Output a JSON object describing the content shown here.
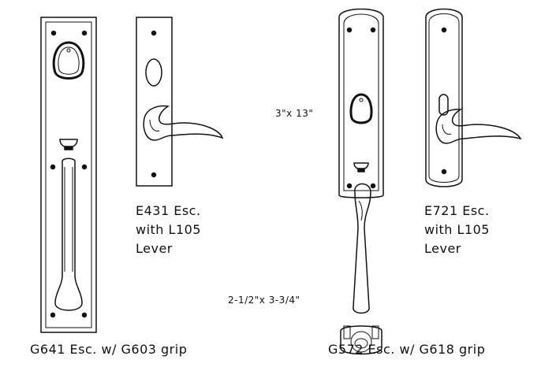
{
  "products": [
    {
      "id": "g641",
      "caption": "G641 Esc. w/ G603 grip"
    },
    {
      "id": "e431",
      "caption_lines": [
        "E431  Esc.",
        "with L105",
        "Lever"
      ]
    },
    {
      "id": "g572",
      "caption": "G572 Esc. w/ G618 grip"
    },
    {
      "id": "e721",
      "caption_lines": [
        "E721  Esc.",
        "with L105",
        "Lever"
      ]
    }
  ],
  "dimensions": {
    "g572_plate": "3\"x 13\"",
    "g572_bottom_plate": "2-1/2\"x 3-3/4\""
  }
}
